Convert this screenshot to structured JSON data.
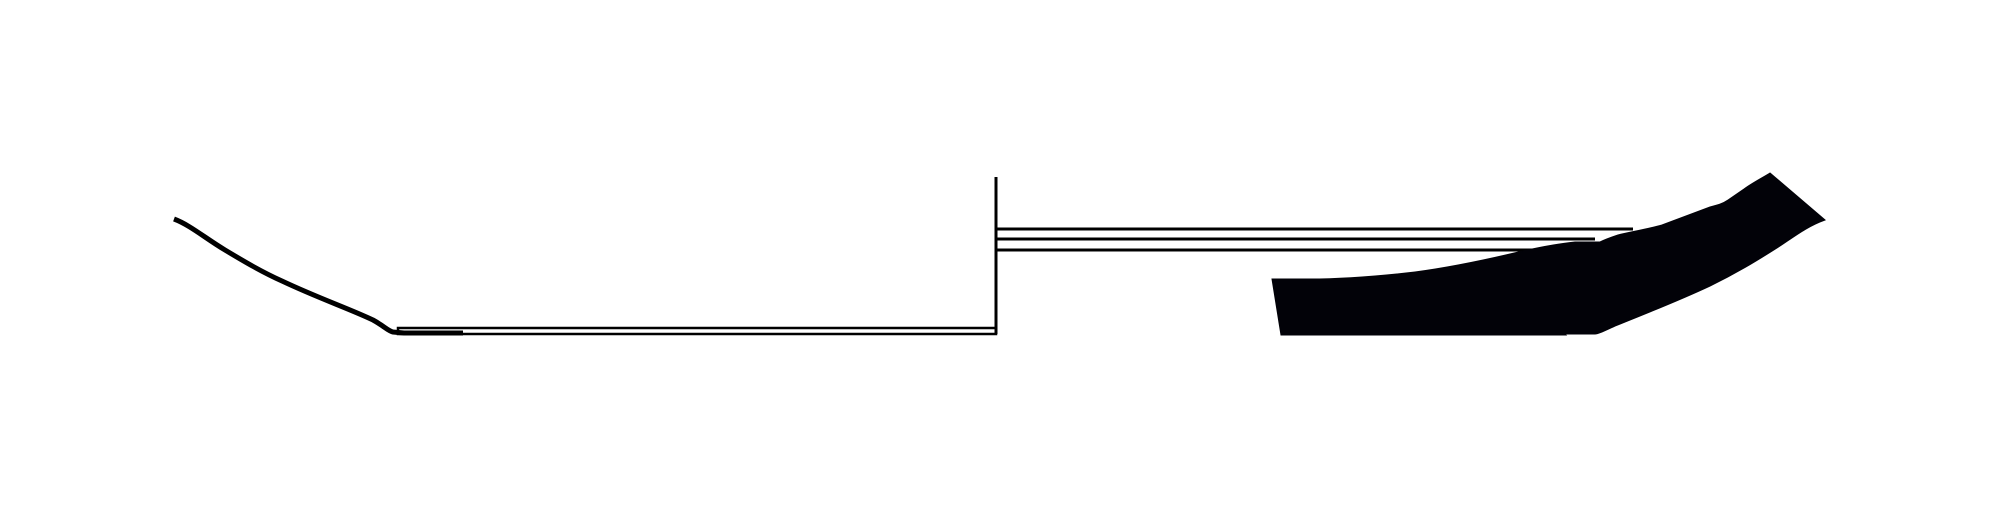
{
  "figure": {
    "background": "#ffffff",
    "stroke_color": "#000000",
    "fill_color": "#020208",
    "parts": [
      {
        "name": "left-sliding-profile",
        "style": "outline"
      },
      {
        "name": "center-vertical-divider",
        "style": "line"
      },
      {
        "name": "horizontal-lines",
        "style": "lines",
        "count": 3
      },
      {
        "name": "right-solid-profile",
        "style": "filled"
      }
    ]
  }
}
